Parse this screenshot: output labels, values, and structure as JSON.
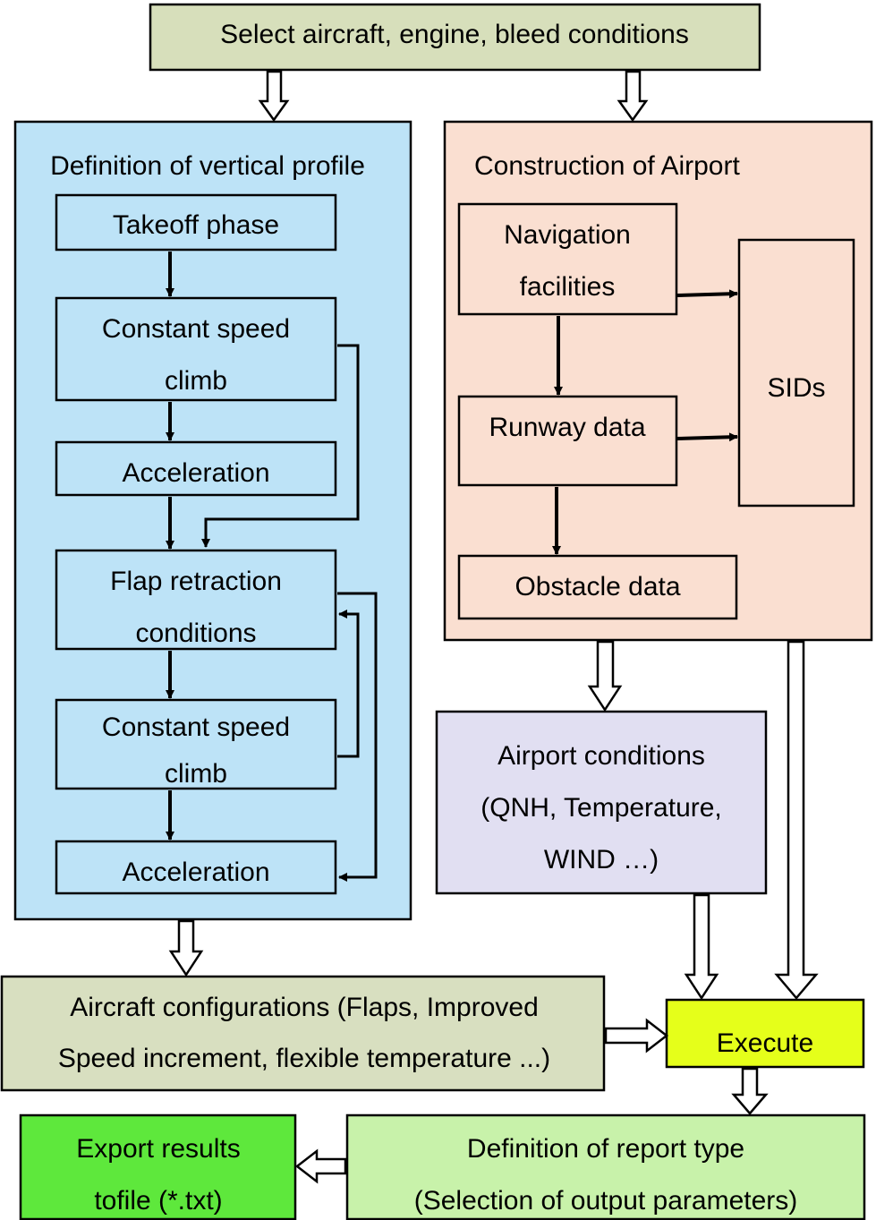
{
  "colors": {
    "top": "#d7dfbb",
    "profile": "#bde3f7",
    "airport": "#fadfd1",
    "conditions": "#e1dff2",
    "config": "#d8dfc0",
    "execute": "#e5ff1a",
    "report": "#c8f2aa",
    "export": "#5ee83c",
    "stroke": "#000000"
  },
  "top": {
    "label": "Select aircraft, engine, bleed conditions"
  },
  "profile": {
    "title": "Definition of vertical profile",
    "takeoff": "Takeoff phase",
    "climb1": [
      "Constant speed",
      "climb"
    ],
    "accel1": "Acceleration",
    "flap": [
      "Flap retraction",
      "conditions"
    ],
    "climb2": [
      "Constant speed",
      "climb"
    ],
    "accel2": "Acceleration"
  },
  "airport": {
    "title": "Construction of Airport",
    "nav": [
      "Navigation",
      "facilities"
    ],
    "runway": "Runway data",
    "obstacle": "Obstacle data",
    "sids": "SIDs"
  },
  "conditions": [
    "Airport conditions",
    "(QNH, Temperature,",
    "WIND …)"
  ],
  "config": [
    "Aircraft configurations (Flaps, Improved",
    "Speed increment, flexible temperature ...)"
  ],
  "execute": "Execute",
  "report": [
    "Definition of report type",
    "(Selection of output parameters)"
  ],
  "export": [
    "Export results",
    "tofile (*.txt)"
  ]
}
